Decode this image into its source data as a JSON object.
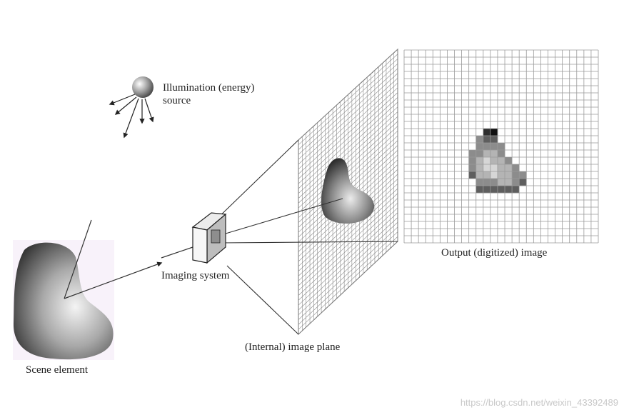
{
  "labels": {
    "illumination_line1": "Illumination (energy)",
    "illumination_line2": "source",
    "imaging_system": "Imaging system",
    "internal_plane": "(Internal) image plane",
    "output_image": "Output (digitized) image",
    "scene_element": "Scene element"
  },
  "watermark": "https://blog.csdn.net/weixin_43392489",
  "colors": {
    "line": "#333333",
    "grid": "#9a9a9a",
    "scene_dark": "#2a2a2a",
    "scene_light": "#f2f2f2"
  },
  "output_grid": {
    "columns": 27,
    "rows": 27,
    "pixels": [
      [
        0,
        0,
        0,
        0,
        0,
        0,
        0,
        0,
        0,
        0,
        0,
        0,
        0,
        0,
        0,
        0,
        0,
        0,
        0,
        0,
        0,
        0,
        0,
        0,
        0,
        0,
        0
      ],
      [
        0,
        0,
        0,
        0,
        0,
        0,
        0,
        0,
        0,
        0,
        0,
        0,
        0,
        0,
        0,
        0,
        0,
        0,
        0,
        0,
        0,
        0,
        0,
        0,
        0,
        0,
        0
      ],
      [
        0,
        0,
        0,
        0,
        0,
        0,
        0,
        0,
        0,
        0,
        0,
        0,
        0,
        0,
        0,
        0,
        0,
        0,
        0,
        0,
        0,
        0,
        0,
        0,
        0,
        0,
        0
      ],
      [
        0,
        0,
        0,
        0,
        0,
        0,
        0,
        0,
        0,
        0,
        0,
        0,
        0,
        0,
        0,
        0,
        0,
        0,
        0,
        0,
        0,
        0,
        0,
        0,
        0,
        0,
        0
      ],
      [
        0,
        0,
        0,
        0,
        0,
        0,
        0,
        0,
        0,
        0,
        0,
        0,
        0,
        0,
        0,
        0,
        0,
        0,
        0,
        0,
        0,
        0,
        0,
        0,
        0,
        0,
        0
      ],
      [
        0,
        0,
        0,
        0,
        0,
        0,
        0,
        0,
        0,
        0,
        0,
        0,
        0,
        0,
        0,
        0,
        0,
        0,
        0,
        0,
        0,
        0,
        0,
        0,
        0,
        0,
        0
      ],
      [
        0,
        0,
        0,
        0,
        0,
        0,
        0,
        0,
        0,
        0,
        0,
        0,
        0,
        0,
        0,
        0,
        0,
        0,
        0,
        0,
        0,
        0,
        0,
        0,
        0,
        0,
        0
      ],
      [
        0,
        0,
        0,
        0,
        0,
        0,
        0,
        0,
        0,
        0,
        0,
        0,
        0,
        0,
        0,
        0,
        0,
        0,
        0,
        0,
        0,
        0,
        0,
        0,
        0,
        0,
        0
      ],
      [
        0,
        0,
        0,
        0,
        0,
        0,
        0,
        0,
        0,
        0,
        0,
        0,
        0,
        0,
        0,
        0,
        0,
        0,
        0,
        0,
        0,
        0,
        0,
        0,
        0,
        0,
        0
      ],
      [
        0,
        0,
        0,
        0,
        0,
        0,
        0,
        0,
        0,
        0,
        0,
        0,
        0,
        0,
        0,
        0,
        0,
        0,
        0,
        0,
        0,
        0,
        0,
        0,
        0,
        0,
        0
      ],
      [
        0,
        0,
        0,
        0,
        0,
        0,
        0,
        0,
        0,
        0,
        0,
        0,
        0,
        0,
        0,
        0,
        0,
        0,
        0,
        0,
        0,
        0,
        0,
        0,
        0,
        0,
        0
      ],
      [
        0,
        0,
        0,
        0,
        0,
        0,
        0,
        0,
        0,
        0,
        0,
        5,
        6,
        0,
        0,
        0,
        0,
        0,
        0,
        0,
        0,
        0,
        0,
        0,
        0,
        0,
        0
      ],
      [
        0,
        0,
        0,
        0,
        0,
        0,
        0,
        0,
        0,
        0,
        3,
        4,
        4,
        0,
        0,
        0,
        0,
        0,
        0,
        0,
        0,
        0,
        0,
        0,
        0,
        0,
        0
      ],
      [
        0,
        0,
        0,
        0,
        0,
        0,
        0,
        0,
        0,
        0,
        3,
        3,
        3,
        3,
        0,
        0,
        0,
        0,
        0,
        0,
        0,
        0,
        0,
        0,
        0,
        0,
        0
      ],
      [
        0,
        0,
        0,
        0,
        0,
        0,
        0,
        0,
        0,
        3,
        3,
        2,
        2,
        3,
        0,
        0,
        0,
        0,
        0,
        0,
        0,
        0,
        0,
        0,
        0,
        0,
        0
      ],
      [
        0,
        0,
        0,
        0,
        0,
        0,
        0,
        0,
        0,
        3,
        2,
        1,
        2,
        2,
        3,
        0,
        0,
        0,
        0,
        0,
        0,
        0,
        0,
        0,
        0,
        0,
        0
      ],
      [
        0,
        0,
        0,
        0,
        0,
        0,
        0,
        0,
        0,
        3,
        2,
        1,
        1,
        2,
        2,
        3,
        0,
        0,
        0,
        0,
        0,
        0,
        0,
        0,
        0,
        0,
        0
      ],
      [
        0,
        0,
        0,
        0,
        0,
        0,
        0,
        0,
        0,
        4,
        2,
        2,
        1,
        2,
        2,
        3,
        3,
        0,
        0,
        0,
        0,
        0,
        0,
        0,
        0,
        0,
        0
      ],
      [
        0,
        0,
        0,
        0,
        0,
        0,
        0,
        0,
        0,
        0,
        3,
        3,
        3,
        2,
        2,
        3,
        4,
        0,
        0,
        0,
        0,
        0,
        0,
        0,
        0,
        0,
        0
      ],
      [
        0,
        0,
        0,
        0,
        0,
        0,
        0,
        0,
        0,
        0,
        4,
        4,
        4,
        4,
        4,
        4,
        0,
        0,
        0,
        0,
        0,
        0,
        0,
        0,
        0,
        0,
        0
      ],
      [
        0,
        0,
        0,
        0,
        0,
        0,
        0,
        0,
        0,
        0,
        0,
        0,
        0,
        0,
        0,
        0,
        0,
        0,
        0,
        0,
        0,
        0,
        0,
        0,
        0,
        0,
        0
      ],
      [
        0,
        0,
        0,
        0,
        0,
        0,
        0,
        0,
        0,
        0,
        0,
        0,
        0,
        0,
        0,
        0,
        0,
        0,
        0,
        0,
        0,
        0,
        0,
        0,
        0,
        0,
        0
      ],
      [
        0,
        0,
        0,
        0,
        0,
        0,
        0,
        0,
        0,
        0,
        0,
        0,
        0,
        0,
        0,
        0,
        0,
        0,
        0,
        0,
        0,
        0,
        0,
        0,
        0,
        0,
        0
      ],
      [
        0,
        0,
        0,
        0,
        0,
        0,
        0,
        0,
        0,
        0,
        0,
        0,
        0,
        0,
        0,
        0,
        0,
        0,
        0,
        0,
        0,
        0,
        0,
        0,
        0,
        0,
        0
      ],
      [
        0,
        0,
        0,
        0,
        0,
        0,
        0,
        0,
        0,
        0,
        0,
        0,
        0,
        0,
        0,
        0,
        0,
        0,
        0,
        0,
        0,
        0,
        0,
        0,
        0,
        0,
        0
      ],
      [
        0,
        0,
        0,
        0,
        0,
        0,
        0,
        0,
        0,
        0,
        0,
        0,
        0,
        0,
        0,
        0,
        0,
        0,
        0,
        0,
        0,
        0,
        0,
        0,
        0,
        0,
        0
      ],
      [
        0,
        0,
        0,
        0,
        0,
        0,
        0,
        0,
        0,
        0,
        0,
        0,
        0,
        0,
        0,
        0,
        0,
        0,
        0,
        0,
        0,
        0,
        0,
        0,
        0,
        0,
        0
      ]
    ]
  },
  "internal_plane_grid": {
    "columns": 26,
    "rows": 40
  }
}
